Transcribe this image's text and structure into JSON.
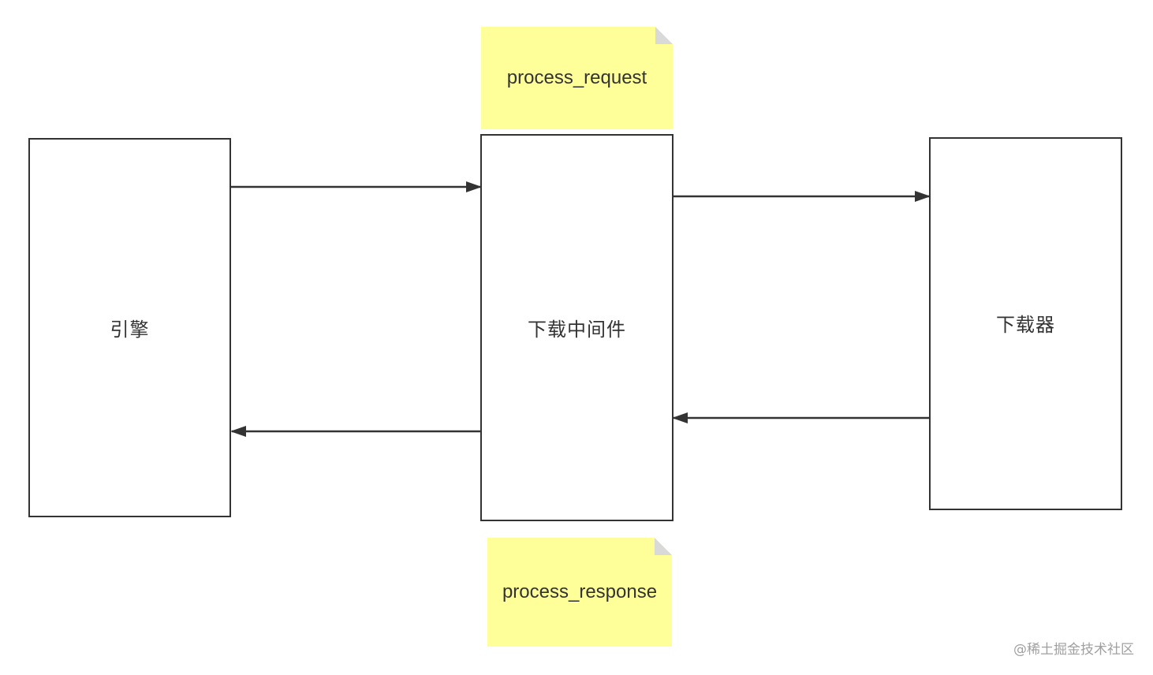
{
  "nodes": {
    "engine": "引擎",
    "middleware": "下载中间件",
    "downloader": "下载器"
  },
  "notes": {
    "request": "process_request",
    "response": "process_response"
  },
  "watermark": "@稀土掘金技术社区",
  "colors": {
    "stroke": "#333333",
    "note_fill": "#ffff99",
    "note_fold": "#d9d9d9",
    "watermark": "#a0a0a0"
  }
}
